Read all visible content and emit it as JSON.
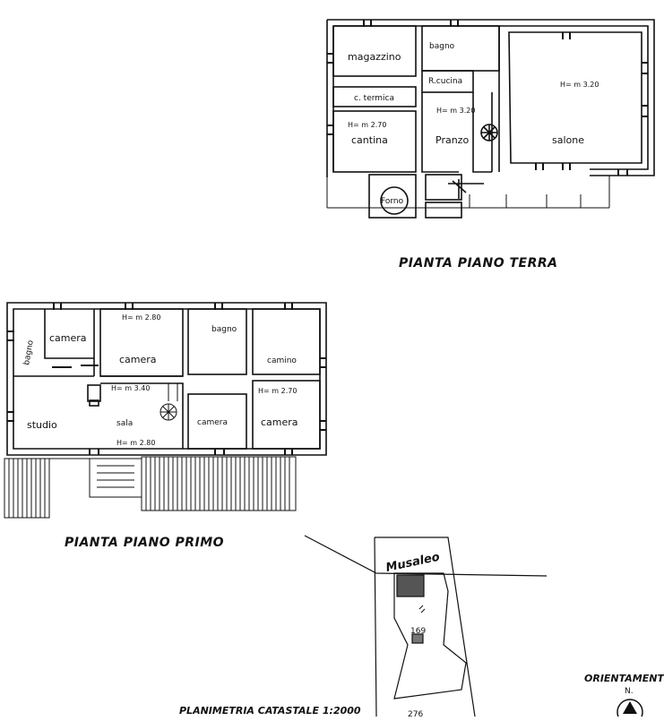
{
  "ground_floor": {
    "title": "PIANTA PIANO TERRA",
    "rooms": {
      "magazzino": "magazzino",
      "c_termica": "c. termica",
      "cantina_h": "H= m 2.70",
      "cantina": "cantina",
      "forno": "Forno",
      "bagno": "bagno",
      "r_cucina": "R.cucina",
      "pranzo_h": "H= m 3.20",
      "pranzo": "Pranzo",
      "salone_h": "H= m 3.20",
      "salone": "salone"
    }
  },
  "first_floor": {
    "title": "PIANTA PIANO PRIMO",
    "rooms": {
      "bagno_left": "bagno",
      "camera_small": "camera",
      "camera_top_h": "H= m 2.80",
      "camera_top": "camera",
      "bagno_mid": "bagno",
      "camino": "camino",
      "sala_h": "H= m 3.40",
      "studio": "studio",
      "sala": "sala",
      "sala_h2": "H= m 2.80",
      "camera_mid": "camera",
      "camera_right_h": "H= m 2.70",
      "camera_right": "camera"
    }
  },
  "site_plan": {
    "title": "PLANIMETRIA CATASTALE 1:2000",
    "musaleo": "Musaleo",
    "parcel": "169",
    "parcel_bottom": "276"
  },
  "orientation": {
    "label": "ORIENTAMENTO",
    "north": "N."
  }
}
